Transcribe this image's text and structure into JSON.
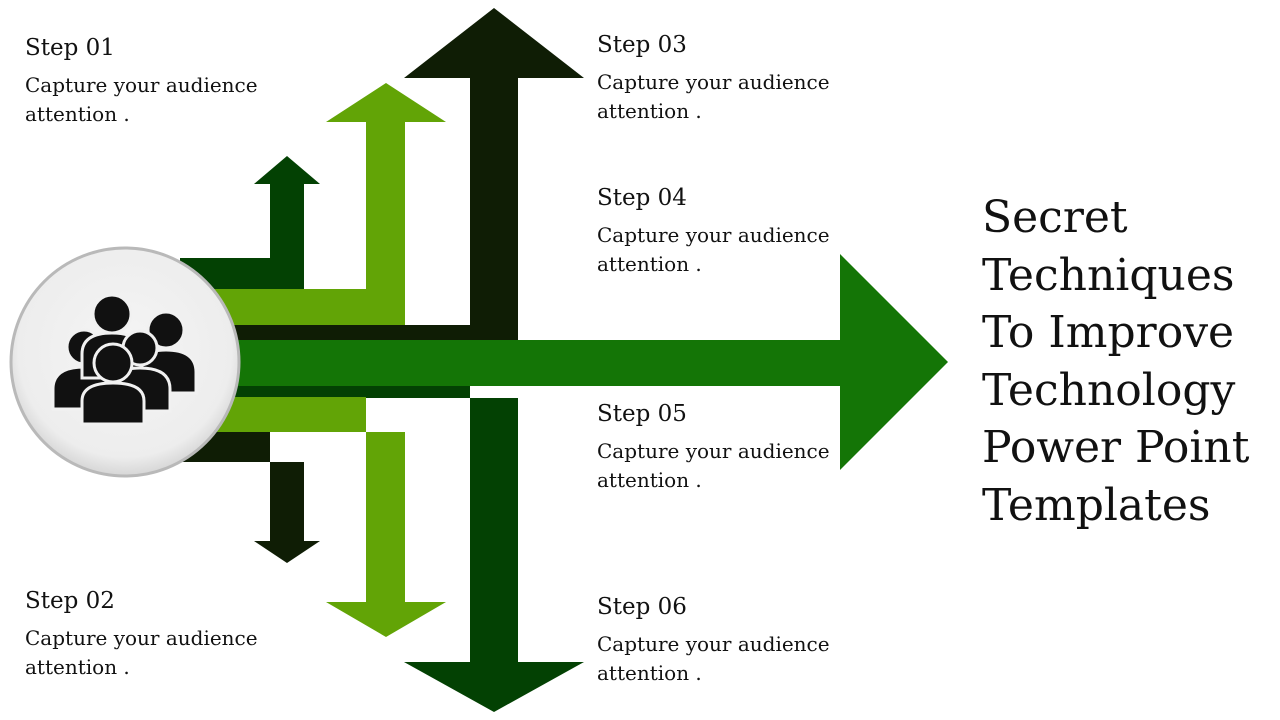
{
  "steps": [
    {
      "id": "s1",
      "title": "Step 01",
      "text": "Capture your audience attention ."
    },
    {
      "id": "s2",
      "title": "Step 02",
      "text": "Capture your audience attention ."
    },
    {
      "id": "s3",
      "title": "Step 03",
      "text": "Capture your audience attention ."
    },
    {
      "id": "s4",
      "title": "Step 04",
      "text": "Capture your audience attention ."
    },
    {
      "id": "s5",
      "title": "Step 05",
      "text": "Capture your audience attention ."
    },
    {
      "id": "s6",
      "title": "Step 06",
      "text": "Capture your audience attention ."
    }
  ],
  "headline": "Secret Techniques To Improve Technology Power Point Templates",
  "icon": {
    "name": "people-group-icon"
  },
  "colors": {
    "main_arrow": "#147506",
    "light_green": "#62a406",
    "dark_green": "#034103",
    "black_green": "#0f1d05",
    "circle_fill": "#f1f1f1",
    "circle_border": "#b9b9b9",
    "icon": "#111111"
  }
}
